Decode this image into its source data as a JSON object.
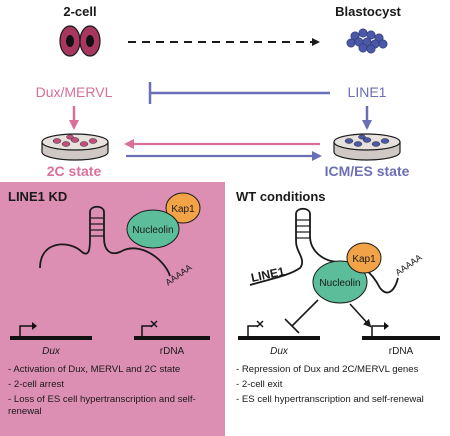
{
  "top": {
    "left_stage": "2-cell",
    "right_stage": "Blastocyst",
    "left_factor": "Dux/MERVL",
    "right_factor": "LINE1",
    "left_state": "2C state",
    "right_state": "ICM/ES state"
  },
  "kd_panel": {
    "title": "LINE1 KD",
    "protein_kap1": "Kap1",
    "protein_nucleolin": "Nucleolin",
    "polya": "AAAAA",
    "gene_dux": "Dux",
    "gene_rdna": "rDNA",
    "bullets": [
      "Activation of Dux, MERVL and 2C state",
      "2-cell arrest",
      "Loss of ES cell hypertranscription and self-renewal"
    ]
  },
  "wt_panel": {
    "title": "WT conditions",
    "line1_label": "LINE1",
    "protein_kap1": "Kap1",
    "protein_nucleolin": "Nucleolin",
    "polya": "AAAAA",
    "gene_dux": "Dux",
    "gene_rdna": "rDNA",
    "bullets": [
      "Repression of Dux and 2C/MERVL genes",
      "2-cell exit",
      "ES cell hypertranscription and self-renewal"
    ]
  },
  "colors": {
    "pink": "#d8709a",
    "blue": "#6b6fb5",
    "kd_background": "#dd8fb3",
    "kap1": "#f2a347",
    "nucleolin": "#5bbd9a",
    "embryo": "#a8375f"
  }
}
